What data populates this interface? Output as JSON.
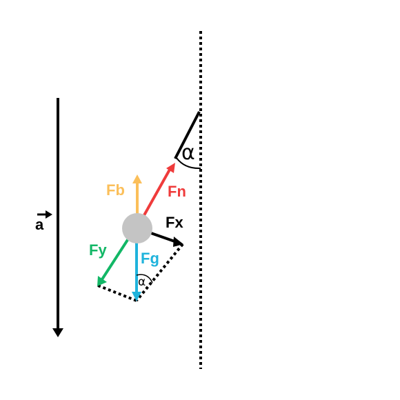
{
  "labels": {
    "fb": "Fb",
    "fn": "Fn",
    "fx": "Fx",
    "fy": "Fy",
    "fg": "Fg",
    "a": "a",
    "alpha_top": "α",
    "alpha_bottom": "α"
  },
  "colors": {
    "fb": "#fbbf5a",
    "fn": "#ef3b3b",
    "fx": "#000000",
    "fy": "#12b766",
    "fg": "#1fb3dc",
    "acceleration": "#000000",
    "mass": "#c4c4c4",
    "string": "#000000",
    "wall": "#000000"
  }
}
